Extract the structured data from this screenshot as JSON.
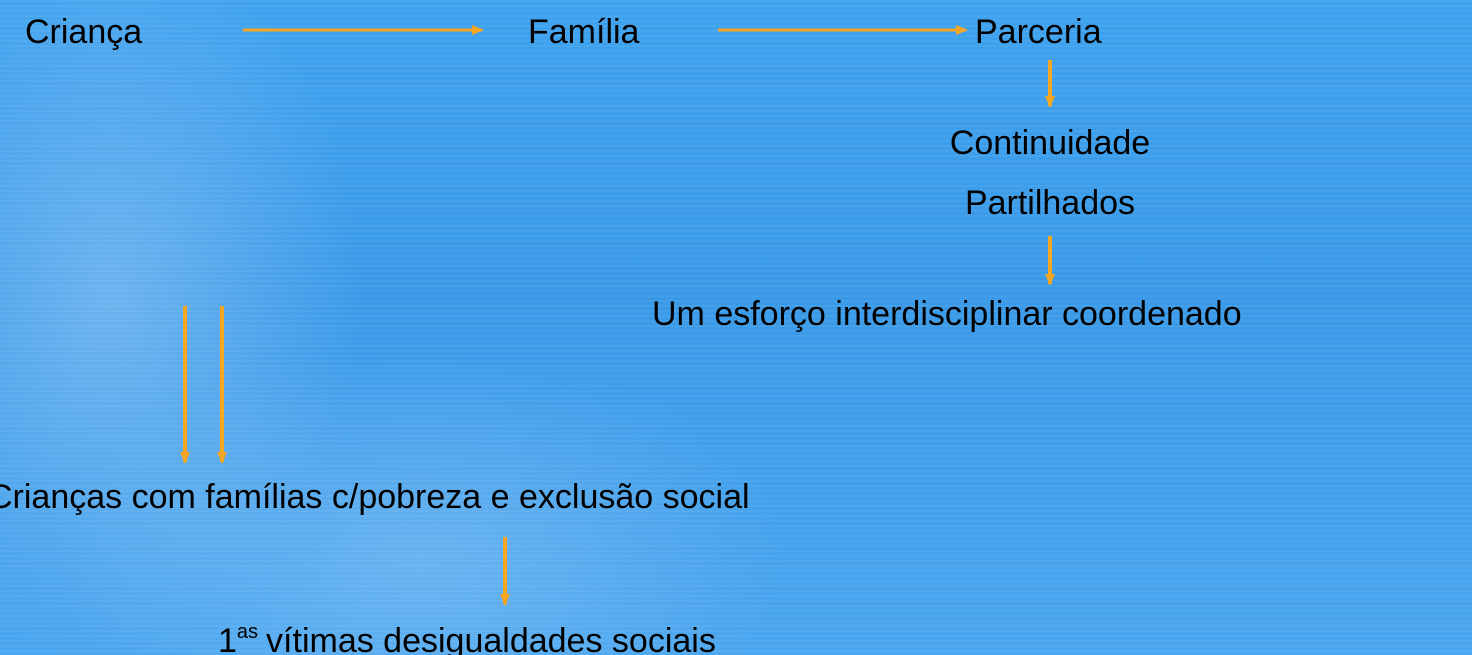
{
  "diagram": {
    "nodes": {
      "crianca": "Criança",
      "familia": "Família",
      "parceria": "Parceria",
      "continuidade_l1": "Continuidade",
      "continuidade_l2": "Partilhados",
      "esforco": "Um esforço interdisciplinar coordenado",
      "criancas_familias": "Crianças com famílias c/pobreza e exclusão social",
      "vitimas_num": "1",
      "vitimas_sup": "as",
      "vitimas_text": "vítimas desigualdades sociais"
    },
    "arrow_color": "#f5a623",
    "background_color": "#3d9fec"
  }
}
